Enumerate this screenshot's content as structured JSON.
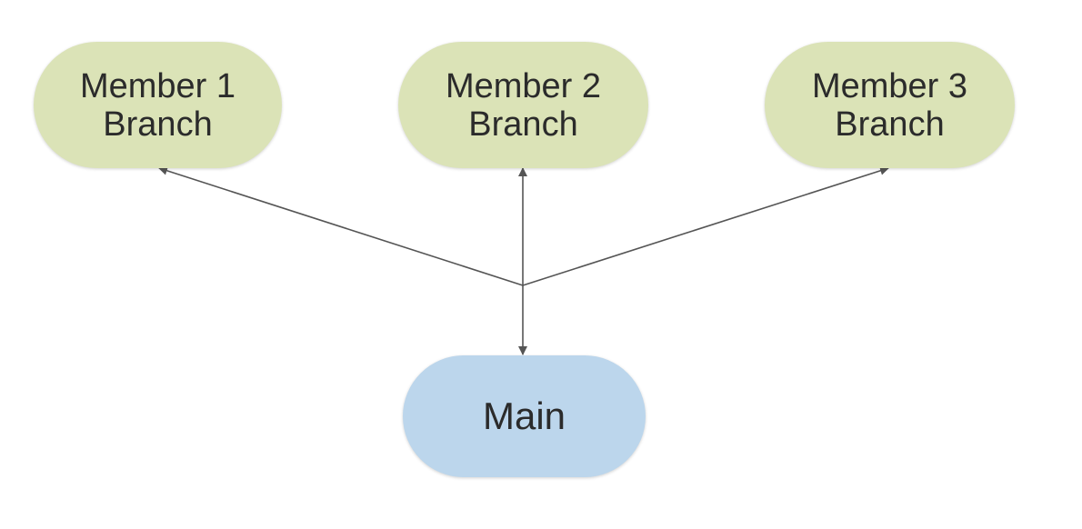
{
  "colors": {
    "branch_fill": "#dbe3b7",
    "main_fill": "#bcd6ec",
    "arrow": "#555555",
    "text": "#2b2b2b"
  },
  "nodes": {
    "member_1": {
      "line1": "Member 1",
      "line2": "Branch"
    },
    "member_2": {
      "line1": "Member 2",
      "line2": "Branch"
    },
    "member_3": {
      "line1": "Member 3",
      "line2": "Branch"
    },
    "main": {
      "label": "Main"
    }
  },
  "edges": [
    {
      "from": "junction",
      "to": "member_1",
      "arrow": "end"
    },
    {
      "from": "junction",
      "to": "member_2",
      "arrow": "end"
    },
    {
      "from": "junction",
      "to": "member_3",
      "arrow": "end"
    },
    {
      "from": "junction",
      "to": "main",
      "arrow": "end"
    }
  ]
}
